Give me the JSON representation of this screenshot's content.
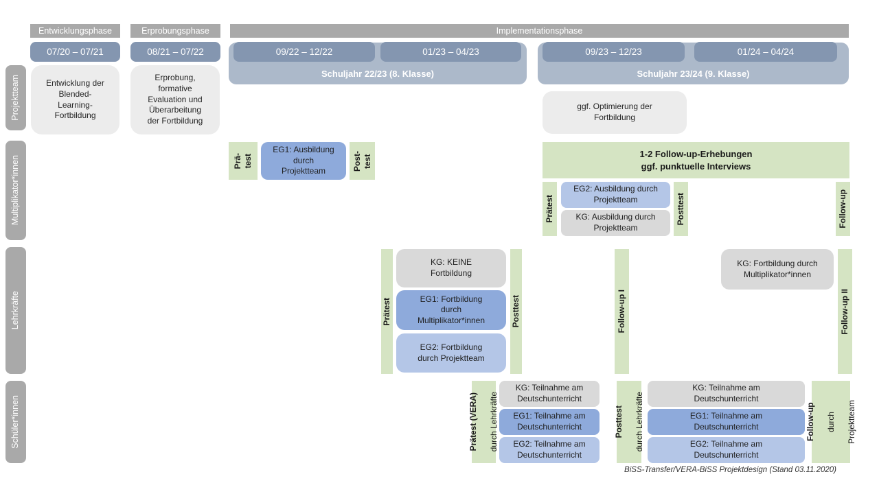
{
  "colors": {
    "phase_header_gray": "#A9A9A9",
    "row_label_gray": "#A9A9A9",
    "date_bar_blue": "#8496B0",
    "school_year_blue": "#ACB9CA",
    "light_gray_box": "#ECECEC",
    "green_box": "#D5E4C3",
    "eg1_blue": "#8EAADB",
    "eg2_light_blue": "#B4C6E7",
    "kg_gray": "#D9D9D9"
  },
  "phases": {
    "entwicklung": "Entwicklungsphase",
    "erprobung": "Erprobungsphase",
    "implementation": "Implementationsphase"
  },
  "dates": {
    "d1": "07/20 – 07/21",
    "d2": "08/21 – 07/22",
    "d3": "09/22 – 12/22",
    "d4": "01/23 – 04/23",
    "d5": "09/23 – 12/23",
    "d6": "01/24 – 04/24"
  },
  "school_years": {
    "sy1": "Schuljahr 22/23 (8. Klasse)",
    "sy2": "Schuljahr 23/24 (9. Klasse)"
  },
  "row_labels": {
    "projektteam": "Projektteam",
    "multiplikatoren": "Multiplikator*innen",
    "lehrkraefte": "Lehrkräfte",
    "schueler": "Schüler*innen"
  },
  "projektteam": {
    "entwicklung": "Entwicklung der\nBlended-\nLearning-\nFortbildung",
    "erprobung": "Erprobung,\nformative\nEvaluation und\nÜberarbeitung\nder Fortbildung",
    "optimierung": "ggf. Optimierung der\nFortbildung"
  },
  "multiplikatoren": {
    "praetest1": "Prä-\ntest",
    "eg1": "EG1: Ausbildung\ndurch\nProjektteam",
    "posttest1": "Post-\ntest",
    "followup_erhebungen": "1-2 Follow-up-Erhebungen\nggf. punktuelle Interviews",
    "praetest2": "Prätest",
    "eg2": "EG2: Ausbildung durch\nProjektteam",
    "kg": "KG: Ausbildung durch\nProjektteam",
    "posttest2": "Posttest",
    "followup": "Follow-up"
  },
  "lehrkraefte": {
    "praetest": "Prätest",
    "kg_keine": "KG: KEINE\nFortbildung",
    "eg1": "EG1: Fortbildung\ndurch\nMultiplikator*innen",
    "eg2": "EG2: Fortbildung\ndurch Projektteam",
    "posttest": "Posttest",
    "followup1": "Follow-up I",
    "kg_fortbildung": "KG: Fortbildung durch\nMultiplikator*innen",
    "followup2": "Follow-up II"
  },
  "schueler": {
    "praetest_label": "Prätest (VERA)",
    "praetest_sub": "durch Lehrkräfte",
    "kg1": "KG: Teilnahme am\nDeutschunterricht",
    "eg1_1": "EG1: Teilnahme am\nDeutschunterricht",
    "eg2_1": "EG2: Teilnahme am\nDeutschunterricht",
    "posttest_label": "Posttest",
    "posttest_sub": "durch Lehrkräfte",
    "kg2": "KG: Teilnahme am\nDeutschunterricht",
    "eg1_2": "EG1: Teilnahme am\nDeutschunterricht",
    "eg2_2": "EG2: Teilnahme am\nDeutschunterricht",
    "followup_label": "Follow-up",
    "followup_sub1": "durch",
    "followup_sub2": "Projektteam"
  },
  "caption": "BiSS-Transfer/VERA-BiSS Projektdesign (Stand 03.11.2020)"
}
